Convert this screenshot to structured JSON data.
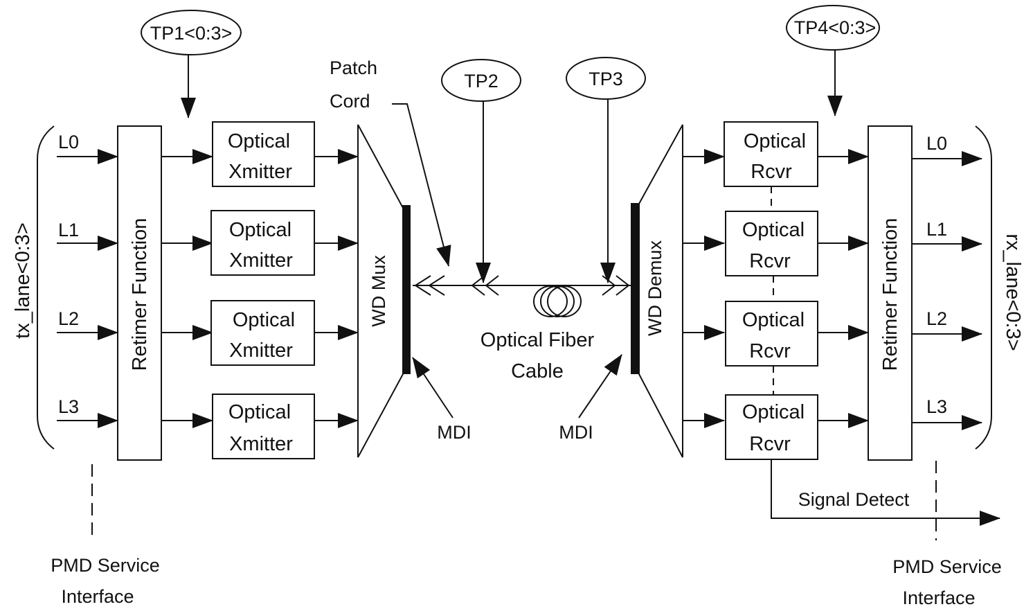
{
  "tx": {
    "bus_label": "tx_lane<0:3>",
    "lanes": [
      "L0",
      "L1",
      "L2",
      "L3"
    ],
    "retimer_label": "Retimer  Function",
    "xmitter_line1": "Optical",
    "xmitter_line2": "Xmitter",
    "mux_label": "WD Mux",
    "tp_label": "TP1<0:3>"
  },
  "channel": {
    "patch_line1": "Patch",
    "patch_line2": "Cord",
    "tp2_label": "TP2",
    "tp3_label": "TP3",
    "fiber_line1": "Optical Fiber",
    "fiber_line2": "Cable",
    "mdi_left": "MDI",
    "mdi_right": "MDI"
  },
  "rx": {
    "bus_label": "rx_lane<0:3>",
    "lanes": [
      "L0",
      "L1",
      "L2",
      "L3"
    ],
    "retimer_label": "Retimer  Function",
    "rcvr_line1": "Optical",
    "rcvr_line2": "Rcvr",
    "demux_label": "WD Demux",
    "tp_label": "TP4<0:3>",
    "signal_detect": "Signal Detect"
  },
  "pmd_left": {
    "line1": "PMD Service",
    "line2": "Interface"
  },
  "pmd_right": {
    "line1": "PMD Service",
    "line2": "Interface"
  }
}
